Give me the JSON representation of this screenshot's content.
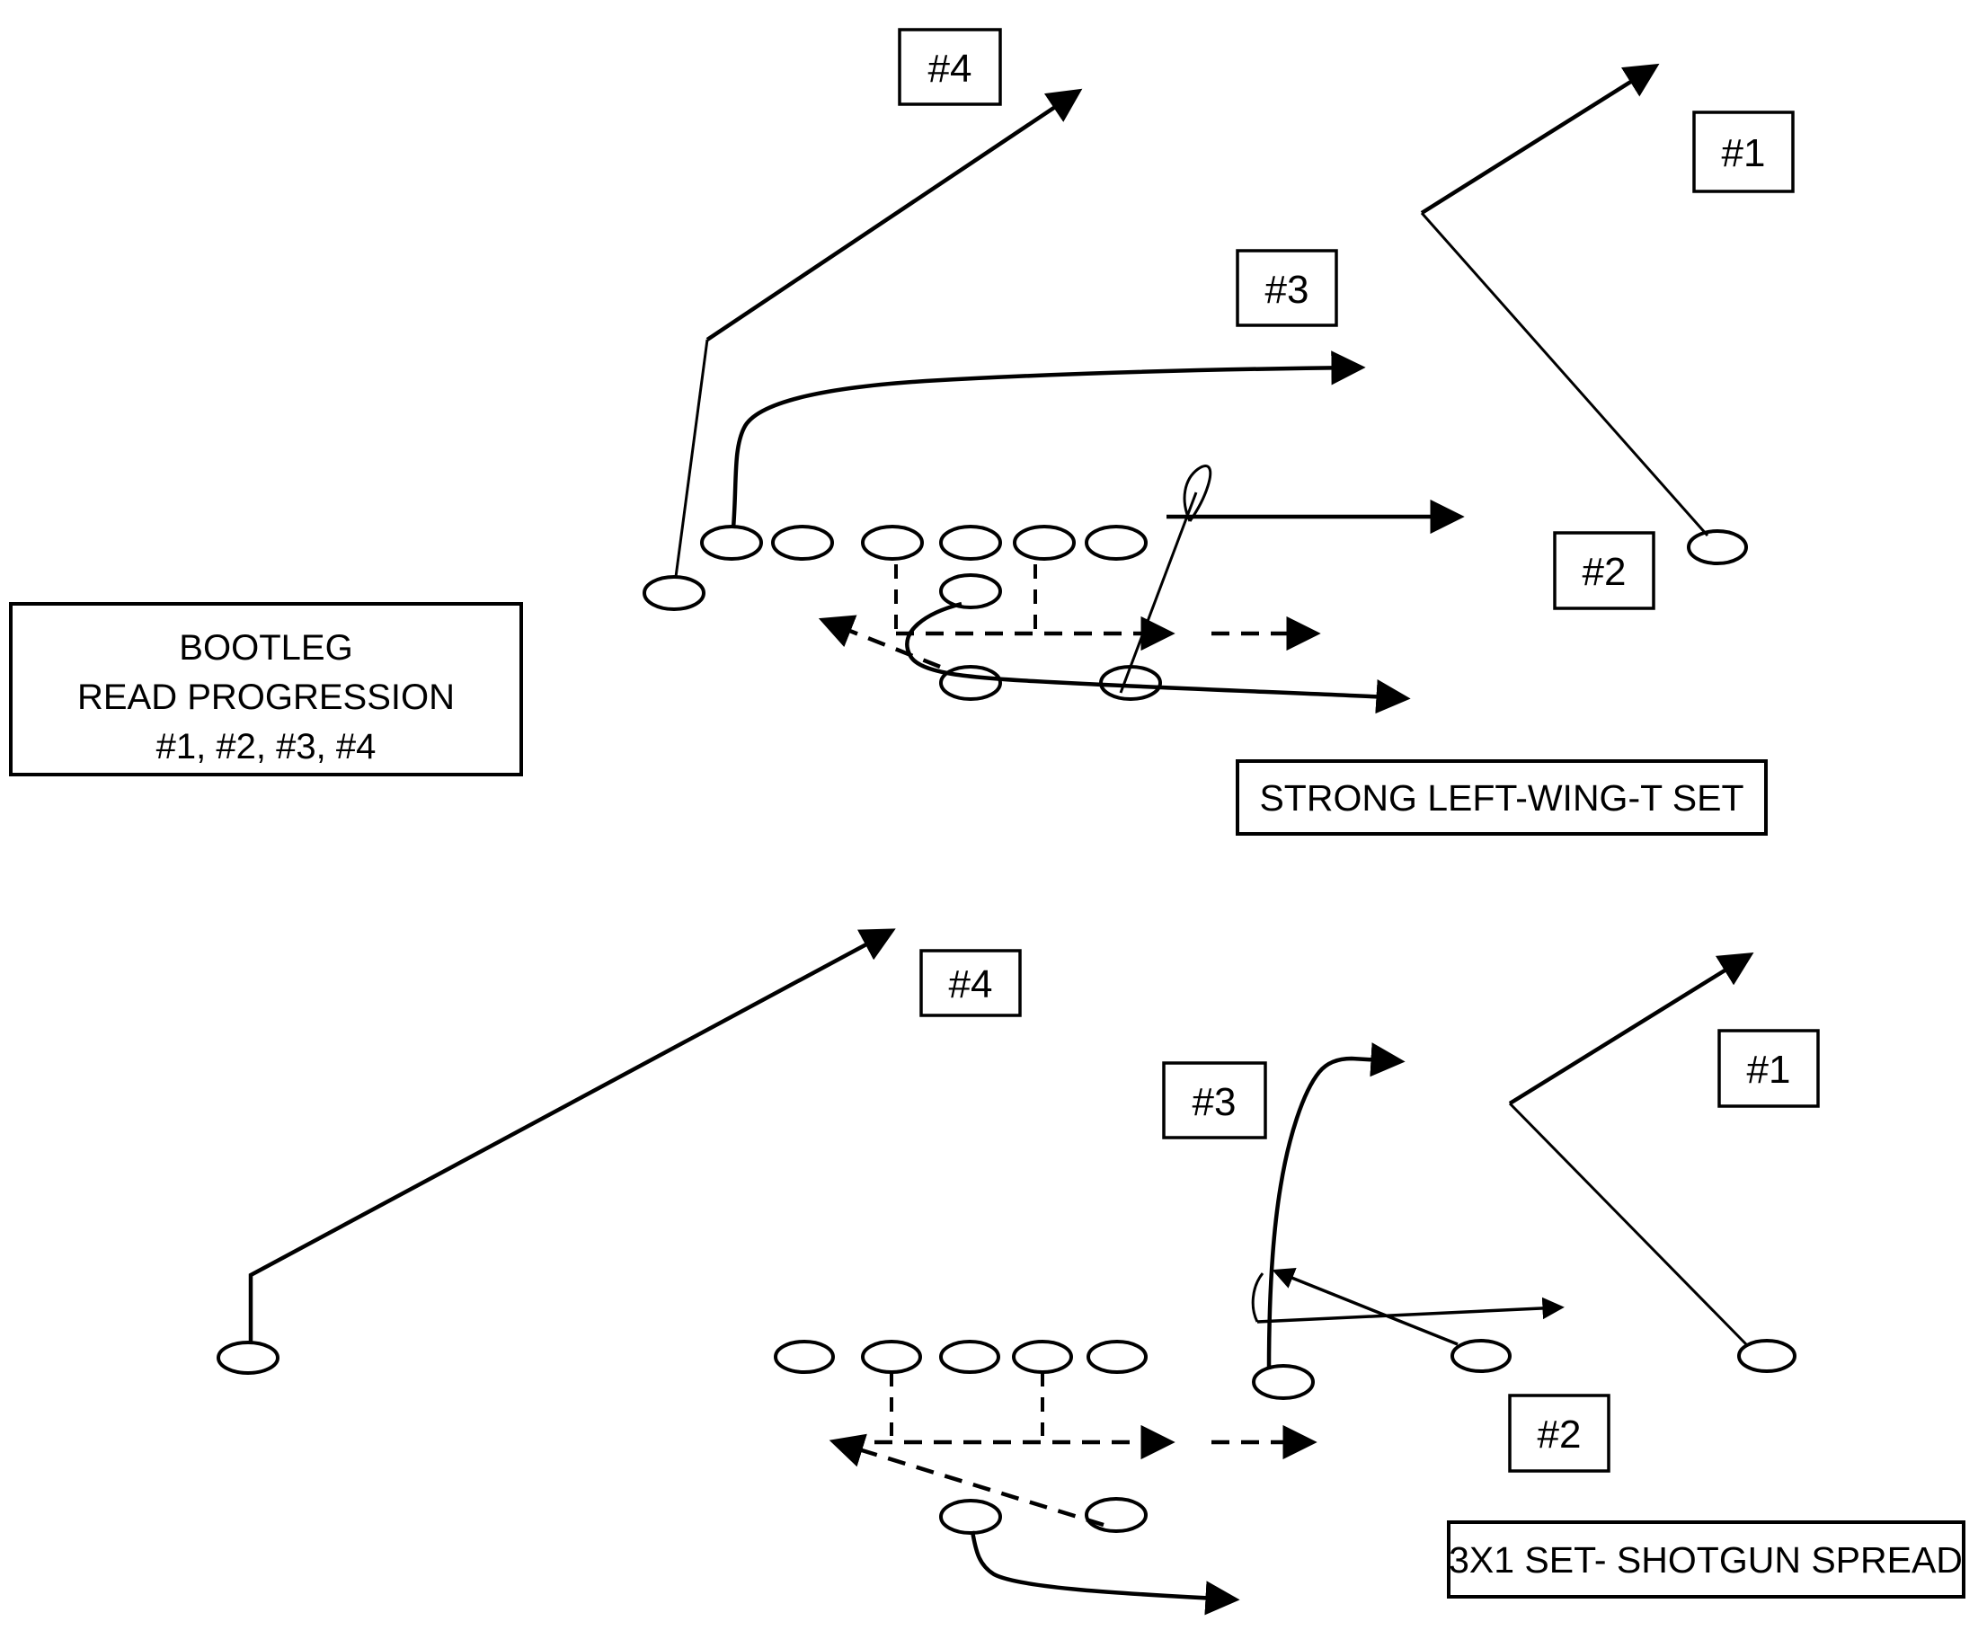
{
  "note_box": {
    "line1": "BOOTLEG",
    "line2": "READ PROGRESSION",
    "line3": "#1, #2, #3, #4"
  },
  "plays": {
    "top": {
      "title": "STRONG LEFT-WING-T SET",
      "labels": {
        "n1": "#1",
        "n2": "#2",
        "n3": "#3",
        "n4": "#4"
      }
    },
    "bottom": {
      "title": "3X1 SET- SHOTGUN SPREAD",
      "labels": {
        "n1": "#1",
        "n2": "#2",
        "n3": "#3",
        "n4": "#4"
      }
    }
  },
  "colors": {
    "ink": "#000000",
    "background": "#ffffff"
  }
}
